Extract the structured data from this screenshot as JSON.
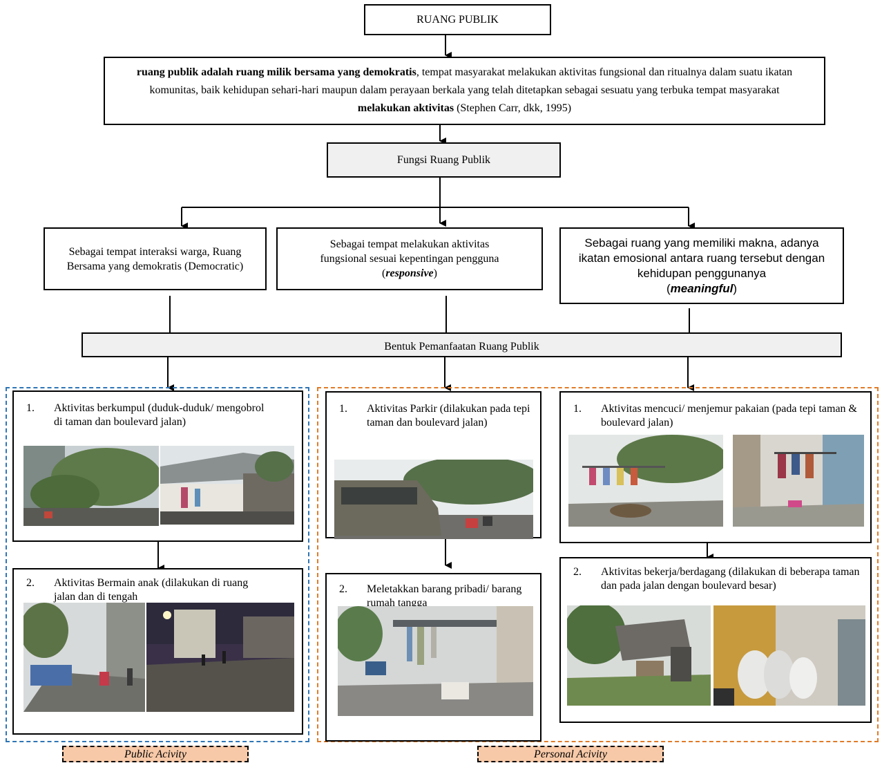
{
  "title": "RUANG PUBLIK",
  "definition": {
    "bold1": "ruang publik adalah ruang milik bersama yang demokratis",
    "text1": ", tempat masyarakat melakukan aktivitas fungsional dan ritualnya dalam suatu ikatan komunitas, baik kehidupan sehari-hari maupun dalam perayaan berkala yang telah ditetapkan sebagai sesuatu yang terbuka tempat masyarakat ",
    "bold2": "melakukan aktivitas",
    "text2": " (Stephen Carr, dkk, 1995)"
  },
  "fungsi": "Fungsi Ruang Publik",
  "functions": {
    "democratic": {
      "text": "Sebagai tempat interaksi warga, Ruang Bersama yang demokratis (Democratic)"
    },
    "responsive": {
      "text": "Sebagai tempat melakukan aktivitas fungsional sesuai kepentingan pengguna",
      "open": "(",
      "emph": "responsive",
      "close": ")"
    },
    "meaningful": {
      "text": "Sebagai ruang yang memiliki makna, adanya ikatan emosional antara ruang tersebut dengan kehidupan penggunanya",
      "open": "(",
      "emph": "meaningful",
      "close": ")"
    }
  },
  "bentuk": "Bentuk Pemanfaatan Ruang Publik",
  "activities": {
    "berkumpul": {
      "num": "1.",
      "text": "Aktivitas berkumpul (duduk-duduk/ mengobrol di taman dan boulevard jalan)"
    },
    "bermain": {
      "num": "2.",
      "text": "Aktivitas Bermain anak (dilakukan di ruang jalan dan di tengah"
    },
    "parkir": {
      "num": "1.",
      "text": "Aktivitas Parkir (dilakukan pada tepi taman dan boulevard jalan)"
    },
    "barang": {
      "num": "2.",
      "text": "Meletakkan barang pribadi/ barang rumah tangga"
    },
    "mencuci": {
      "num": "1.",
      "text": "Aktivitas mencuci/ menjemur pakaian (pada tepi taman & boulevard jalan)"
    },
    "bekerja": {
      "num": "2.",
      "text": "Aktivitas bekerja/berdagang (dilakukan di beberapa taman dan pada jalan dengan boulevard besar)"
    }
  },
  "labels": {
    "public": "Public Acivity",
    "personal": "Personal Acivity"
  },
  "colors": {
    "public_border": "#2e75b6",
    "personal_border": "#e07b28",
    "label_fill": "#f7c9a8",
    "header_fill": "#f0f0f0"
  }
}
